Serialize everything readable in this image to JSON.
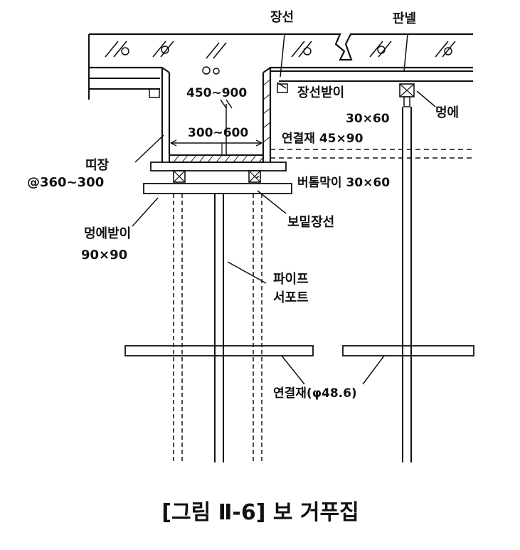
{
  "labels": {
    "jangseon": "장선",
    "panel": "판넬",
    "jangseon_bati": "장선받이",
    "dim_450_900": "450~900",
    "dim_30x60_a": "30×60",
    "meongye": "멍에",
    "dim_300_600": "300~600",
    "connector_45x90": "연결재 45×90",
    "tti_jang": "띠장",
    "spacing": "@360~300",
    "beoteum_maki": "버톰막이 30×60",
    "bomit_jangseon": "보밑장선",
    "meongye_bati": "멍에받이",
    "dim_90x90": "90×90",
    "pipe": "파이프",
    "support": "서포트",
    "connector_pipe": "연결재(φ48.6)"
  },
  "caption": "[그림 Ⅱ-6] 보 거푸집",
  "colors": {
    "ink": "#111111",
    "background": "#ffffff"
  }
}
